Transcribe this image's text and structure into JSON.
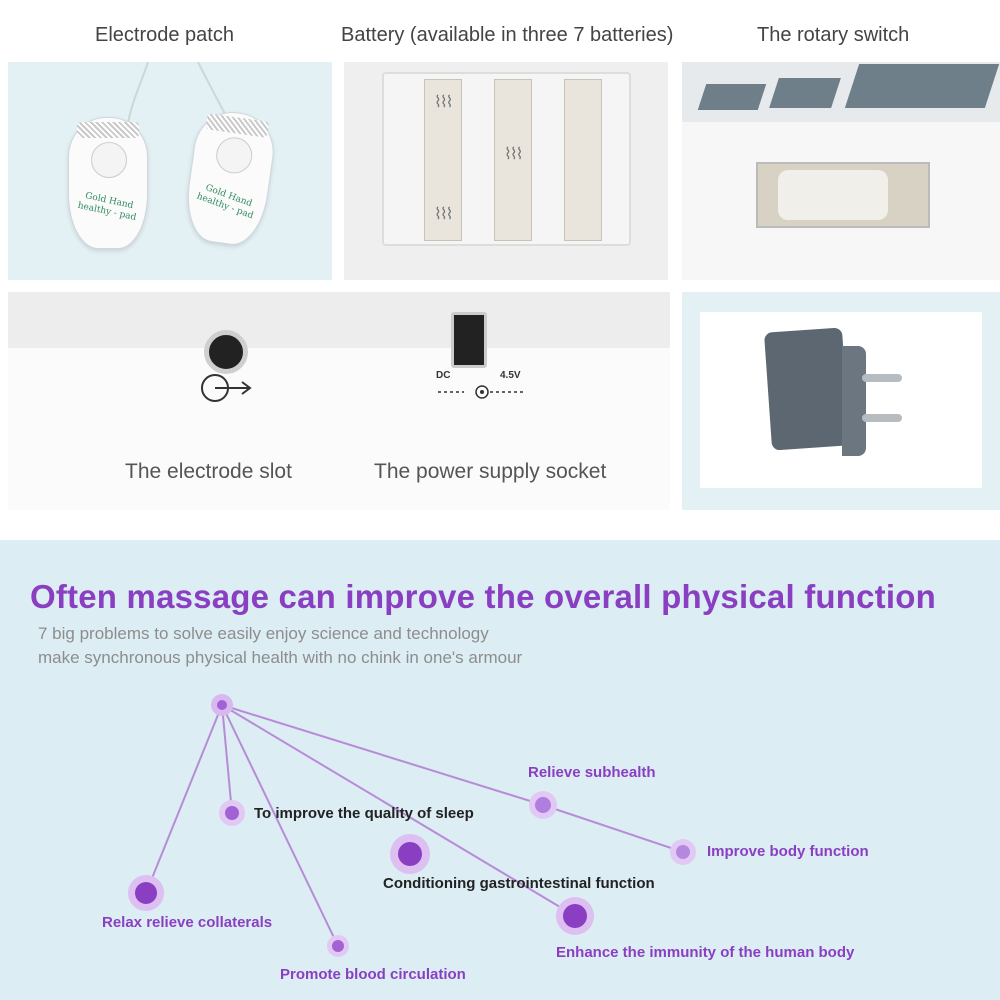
{
  "panels": {
    "electrode_patch": {
      "title": "Electrode patch",
      "pad_brand_line1": "Gold Hand",
      "pad_brand_line2": "healthy - pad"
    },
    "battery": {
      "title": "Battery (available in three 7 batteries)"
    },
    "rotary_switch": {
      "title": "The rotary switch"
    },
    "sockets": {
      "electrode_slot_label": "The electrode slot",
      "power_socket_label": "The power supply socket",
      "dc_mark": "DC",
      "voltage_mark": "4.5V"
    }
  },
  "promo": {
    "headline": "Often massage can improve the overall physical function",
    "subline1": "7 big problems to solve easily enjoy science and technology",
    "subline2": "make synchronous physical health with no chink in one's armour"
  },
  "benefits": [
    {
      "label": "Relieve subhealth"
    },
    {
      "label": "To improve the quality of sleep"
    },
    {
      "label": "Improve body function"
    },
    {
      "label": "Conditioning gastrointestinal function"
    },
    {
      "label": "Relax relieve collaterals"
    },
    {
      "label": "Enhance the immunity of the human body"
    },
    {
      "label": "Promote blood circulation"
    }
  ],
  "colors": {
    "accent_purple": "#8a3fc3",
    "node_purple": "#a361d6",
    "line_purple": "#b88bd8",
    "panel_blue": "#e3f0f4",
    "bottom_bg": "#dcedf3"
  }
}
